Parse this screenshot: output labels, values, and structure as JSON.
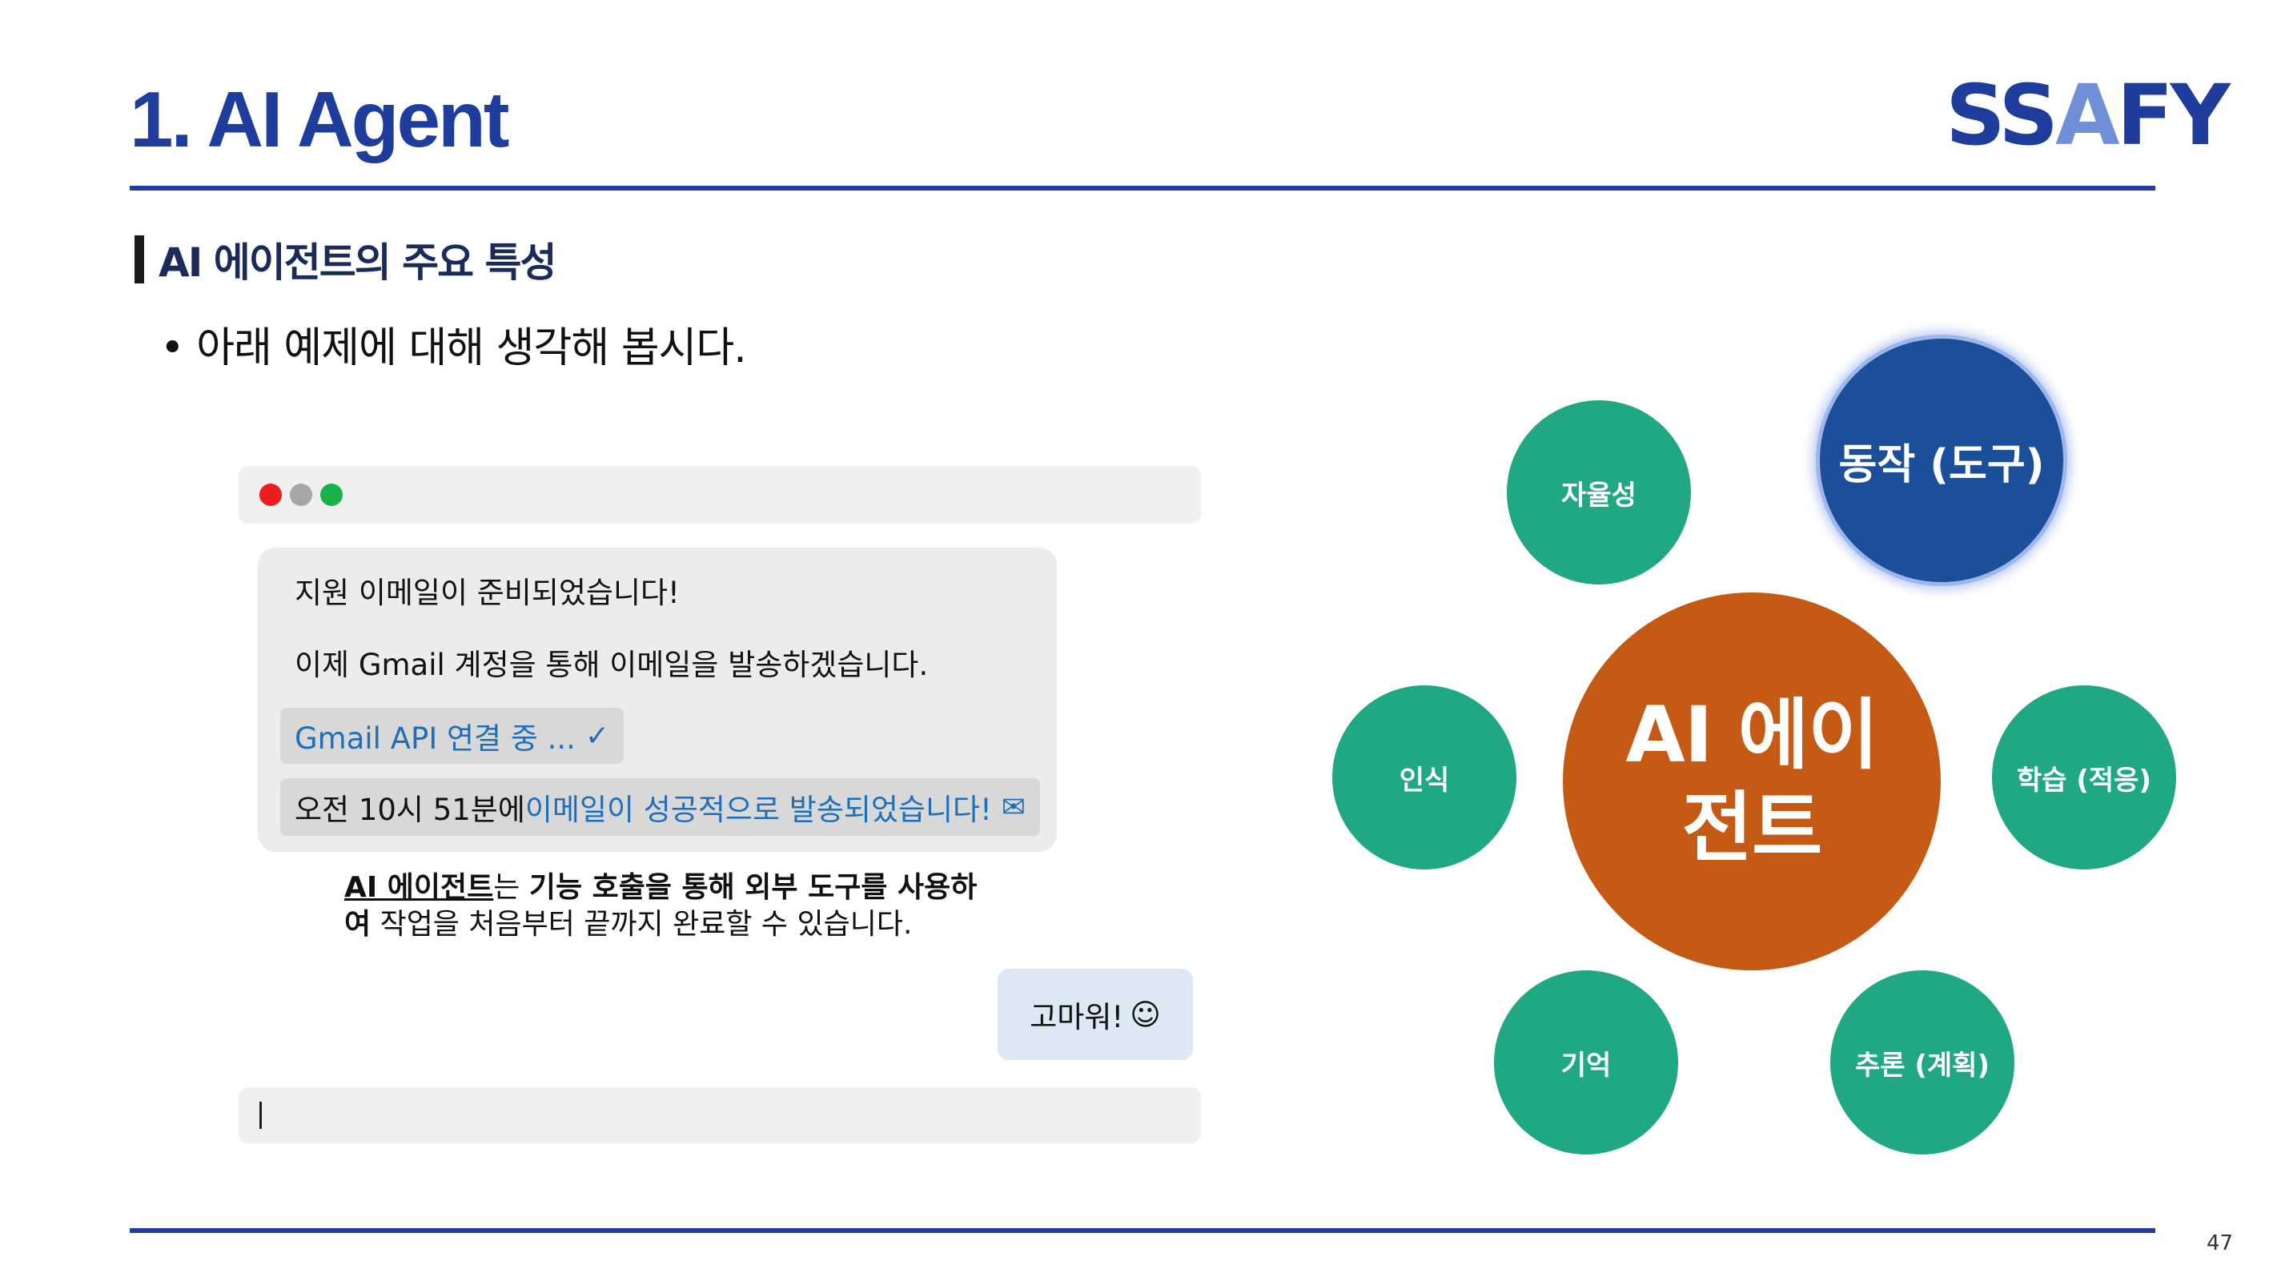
{
  "slide": {
    "title": "1. AI Agent",
    "logo": {
      "prefix": "SS",
      "accent": "A",
      "suffix": "FY"
    },
    "section_heading": "AI 에이전트의 주요 특성",
    "bullet": "• 아래 예제에 대해 생각해 봅시다.",
    "page_number": "47"
  },
  "chat": {
    "agent_line_1": "지원 이메일이 준비되었습니다!",
    "agent_line_2": "이제 Gmail 계정을 통해 이메일을 발송하겠습니다.",
    "status_pill_text": "Gmail API 연결 중 ...",
    "status_pill_icon": "✓",
    "sent_prefix": "오전 10시 51분에 ",
    "sent_highlight": "이메일이 성공적으로 발송되었습니다!",
    "sent_icon": "✉",
    "user_message": "고마워!",
    "user_emoji": "☺"
  },
  "caption": {
    "subject": "AI 에이전트",
    "particle": "는 ",
    "bold_phrase": "기능 호출을 통해 외부 도구를 사용하여",
    "rest": " 작업을 처음부터 끝까지 완료할 수 있습니다."
  },
  "diagram": {
    "center": "AI 에이전트",
    "autonomy": "자율성",
    "action": "동작 (도구)",
    "perception": "인식",
    "learning": "학습 (적응)",
    "memory": "기억",
    "reasoning": "추론 (계획)"
  },
  "colors": {
    "brand_blue": "#1f3d9c",
    "node_green": "#20a883",
    "node_active_blue": "#1b4f9a",
    "center_orange": "#c45a13",
    "link_blue": "#1f6fb8"
  }
}
